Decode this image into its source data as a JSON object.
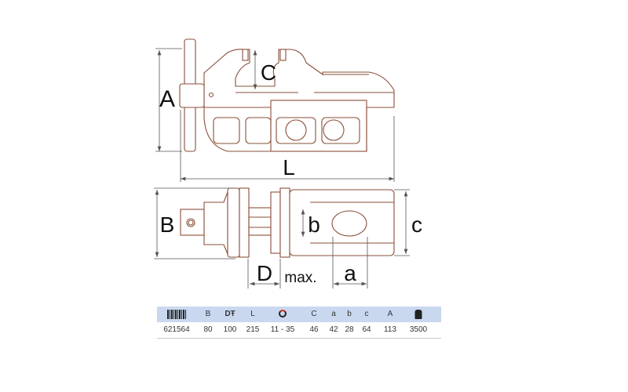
{
  "diagram": {
    "labels": {
      "A": "A",
      "C_top": "C",
      "L": "L",
      "B": "B",
      "b": "b",
      "c": "c",
      "D": "D",
      "max": "max.",
      "a": "a"
    }
  },
  "table": {
    "headers": [
      {
        "key": "code",
        "icon": "barcode-icon",
        "label": ""
      },
      {
        "key": "B",
        "label": "B"
      },
      {
        "key": "D",
        "label": "DŦ"
      },
      {
        "key": "L",
        "label": "L"
      },
      {
        "key": "ring",
        "icon": "ring-size-icon",
        "label": ""
      },
      {
        "key": "C",
        "label": "C"
      },
      {
        "key": "a",
        "label": "a"
      },
      {
        "key": "b",
        "label": "b"
      },
      {
        "key": "c",
        "label": "c"
      },
      {
        "key": "A",
        "label": "A"
      },
      {
        "key": "weight",
        "icon": "weight-icon",
        "label": ""
      }
    ],
    "values": [
      "621564",
      "80",
      "100",
      "215",
      "11 - 35",
      "46",
      "42",
      "28",
      "64",
      "113",
      "3500"
    ],
    "header_bg": "#c9d8ef"
  }
}
